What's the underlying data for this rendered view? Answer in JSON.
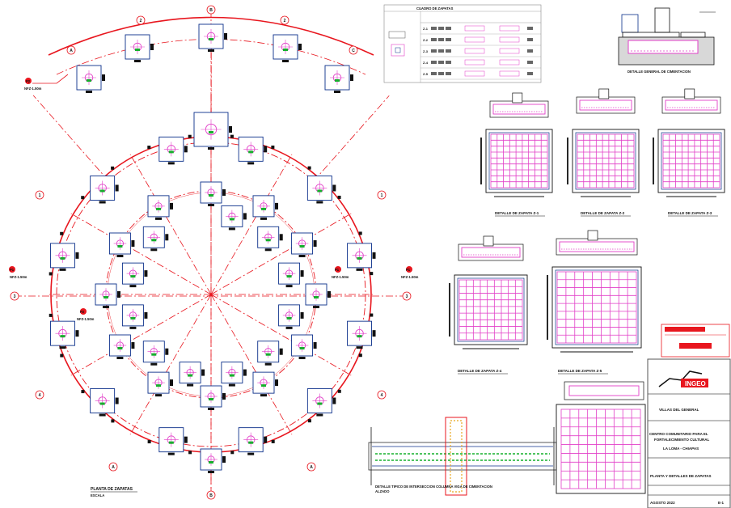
{
  "plan": {
    "title": "PLANTA DE ZAPATAS",
    "scale": "ESCALA",
    "axis_labels": [
      "A",
      "B",
      "C",
      "1",
      "2",
      "3",
      "4"
    ],
    "level_tags": [
      "P2",
      "P1",
      "P2",
      "P1",
      "P1"
    ],
    "level_values": [
      "NFZ-1.50m",
      "NFZ-1.50m",
      "NFZ-1.50m",
      "NFZ-1.50m",
      "NFZ-1.50m"
    ]
  },
  "schedule_table": {
    "title": "CUADRO DE ZAPATAS",
    "row_labels": [
      "Z-1",
      "Z-2",
      "Z-3",
      "Z-4",
      "Z-5"
    ]
  },
  "details": {
    "cimentacion": "DETALLE GENERAL DE CIMENTACION",
    "zapatas": [
      "DETALLE DE ZAPATA Z-1",
      "DETALLE DE ZAPATA Z-2",
      "DETALLE DE ZAPATA Z-3",
      "DETALLE DE ZAPATA Z-4",
      "DETALLE DE ZAPATA Z-5"
    ],
    "beam_detail": [
      "DETALLE TIPICO DE INTERSECCION COLUMNA VIGA DE CIMENTACION",
      "ALZADO"
    ]
  },
  "title_block": {
    "logo": "INGEO",
    "person": "VILLAS DEL GENERAL",
    "project": [
      "CENTRO COMUNITARIO PARA EL",
      "FORTALECIMIENTO CULTURAL"
    ],
    "location": "LA LOMA - CHIAPAS",
    "sheet_title": "PLANTA Y DETALLES DE ZAPATAS",
    "date_label": "AGOSTO 2022",
    "sheet_no": "E-1"
  },
  "colors": {
    "grid": "#e8161e",
    "footing": "#0b2f8a",
    "rebar": "#e23fc8",
    "column": "#16b02d",
    "text": "#111111"
  }
}
